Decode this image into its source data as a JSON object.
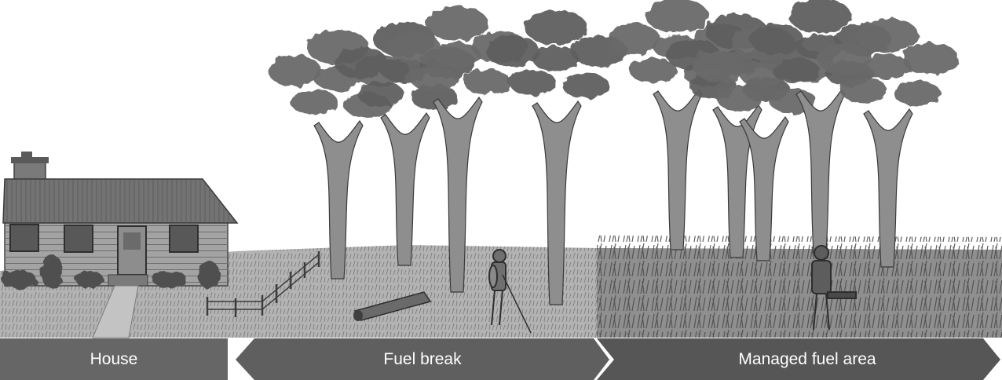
{
  "illustration": {
    "style": "grayscale pencil drawing",
    "colors": {
      "ground": "#a8a8a8",
      "ground_dark": "#7d7d7d",
      "trunk": "#8e8e8e",
      "canopy": "#5e5e5e",
      "house": "#8a8a8a",
      "roof": "#6b6b6b"
    }
  },
  "zones": [
    {
      "label": "House",
      "color": "#666666"
    },
    {
      "label": "Fuel break",
      "color": "#5f5f5f"
    },
    {
      "label": "Managed fuel area",
      "color": "#565656"
    }
  ]
}
